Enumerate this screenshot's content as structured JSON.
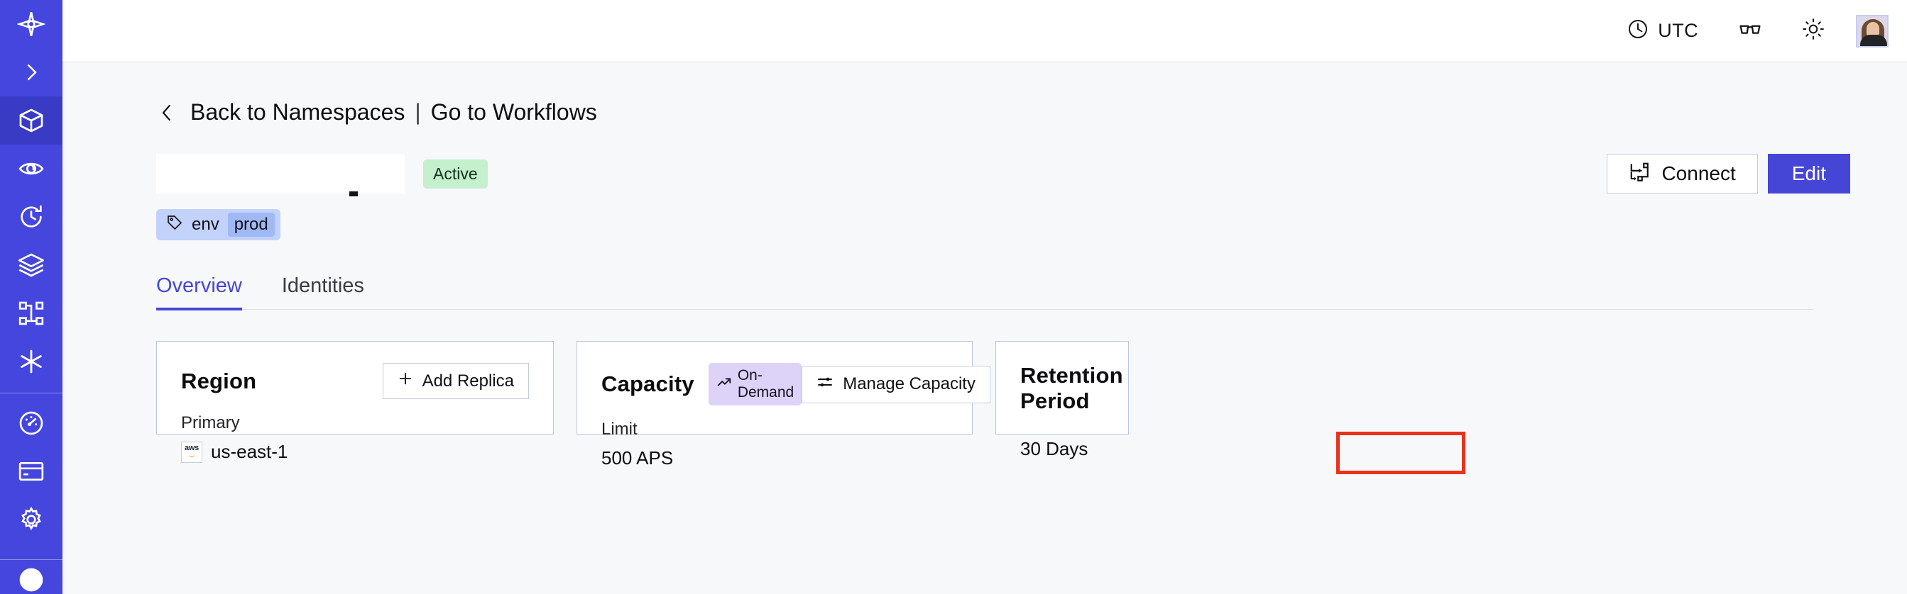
{
  "sidebar": {
    "items": [
      {
        "name": "temporal-logo-icon",
        "label": "Temporal"
      },
      {
        "name": "chevron-right-icon",
        "label": "Expand navigation"
      },
      {
        "name": "namespaces-cube-icon",
        "label": "Namespaces",
        "active": true
      },
      {
        "name": "eye-observability-icon",
        "label": "Observability"
      },
      {
        "name": "history-clock-icon",
        "label": "History"
      },
      {
        "name": "layers-stack-icon",
        "label": "Stacks"
      },
      {
        "name": "workflow-branch-icon",
        "label": "Workflows"
      },
      {
        "name": "asterisk-icon",
        "label": "Integrations"
      }
    ],
    "bottom_items": [
      {
        "name": "gauge-usage-icon",
        "label": "Usage"
      },
      {
        "name": "credit-card-billing-icon",
        "label": "Billing"
      },
      {
        "name": "gear-settings-icon",
        "label": "Settings"
      }
    ]
  },
  "topbar": {
    "timezone_label": "UTC",
    "clock_icon": "clock-icon",
    "glasses_icon": "glasses-icon",
    "theme_icon": "sun-icon",
    "avatar_icon": "user-avatar"
  },
  "breadcrumb": {
    "back_icon": "chevron-left-icon",
    "back_label": "Back to Namespaces",
    "separator": "|",
    "forward_label": "Go to Workflows"
  },
  "header": {
    "title": "",
    "title_redacted": true,
    "status_badge": "Active",
    "connect_label": "Connect",
    "connect_icon": "connect-icon",
    "edit_label": "Edit",
    "tag": {
      "icon": "tag-icon",
      "key": "env",
      "value": "prod"
    }
  },
  "tabs": [
    {
      "label": "Overview",
      "active": true
    },
    {
      "label": "Identities",
      "active": false
    }
  ],
  "cards": {
    "region": {
      "title": "Region",
      "action_label": "Add Replica",
      "action_icon": "plus-icon",
      "sub_label": "Primary",
      "provider_icon": "aws-logo",
      "provider_text": "aws",
      "value": "us-east-1"
    },
    "capacity": {
      "title": "Capacity",
      "badge_label": "On-Demand",
      "badge_icon": "trending-up-icon",
      "action_label": "Manage Capacity",
      "action_icon": "sliders-icon",
      "sub_label": "Limit",
      "value": "500 APS",
      "highlighted": true
    },
    "retention": {
      "title": "Retention Period",
      "value": "30 Days"
    }
  },
  "colors": {
    "brand": "#4545dd",
    "accent": "#4646d6",
    "page_bg": "#f7f8fa",
    "card_border": "#bcc6da",
    "status_active_bg": "#c4f0cd",
    "badge_ondemand_bg": "#ddd2f8",
    "tag_bg": "#c3d2fa",
    "tag_value_bg": "#9fb8f6",
    "annotation": "#e8321d"
  }
}
